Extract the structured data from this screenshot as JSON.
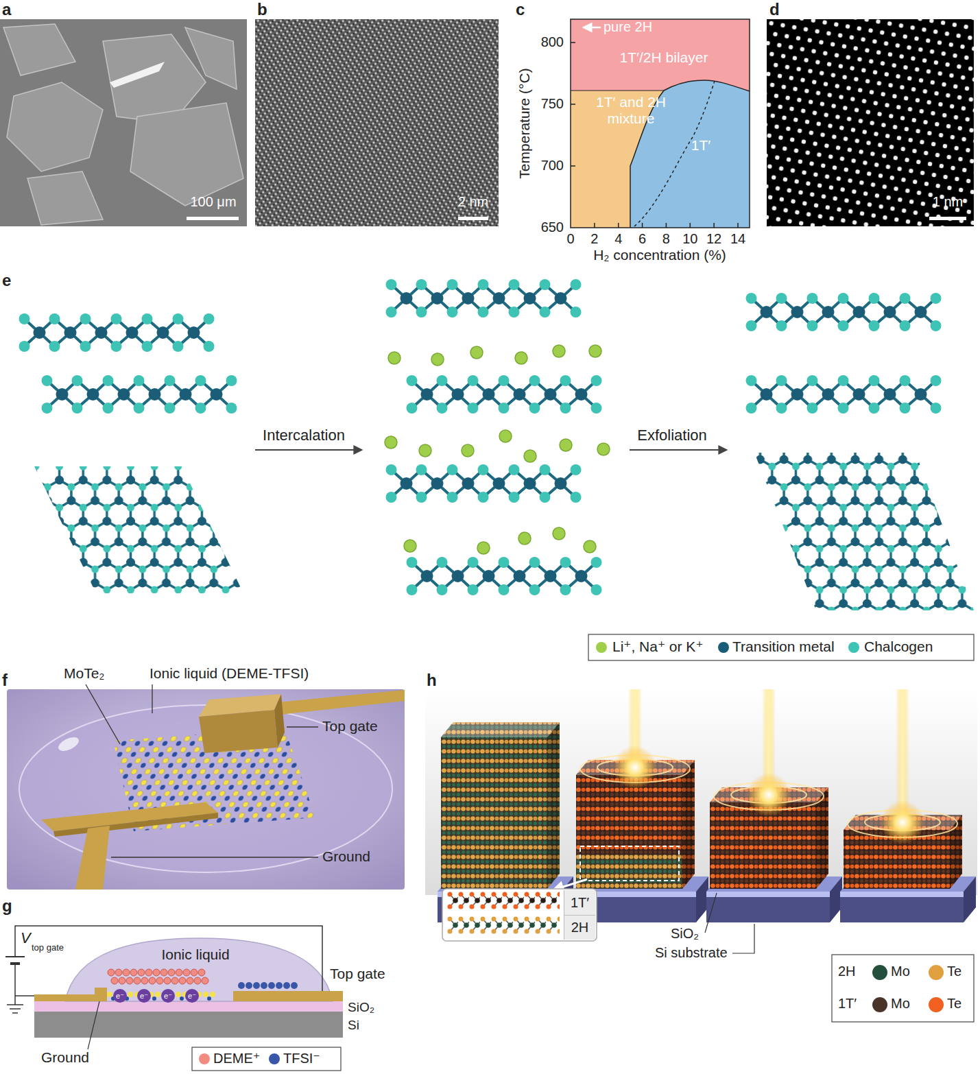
{
  "diagram": {
    "nodes": [
      {
        "text": [
          "1T′"
        ]
      },
      {
        "text": [
          "2H"
        ]
      }
    ],
    "labels": [
      "a",
      "100 μm",
      "b",
      "2 nm",
      "c",
      "pure 2H",
      "1T′/2H bilayer",
      "1T′ and 2H mixture",
      "1T′",
      "800",
      "750",
      "700",
      "650",
      "0",
      "2",
      "4",
      "6",
      "8",
      "10",
      "12",
      "14",
      "Temperature (°C)",
      "H₂ concentration (%)",
      "d",
      "1 nm",
      "e",
      "Intercalation",
      "Exfoliation",
      "f",
      "MoTe₂",
      "Ionic liquid (DEME-TFSI)",
      "Top gate",
      "Ground",
      "g",
      "V",
      "top gate",
      "Ionic liquid",
      "Top gate",
      "SiO₂",
      "Si",
      "Ground",
      "e⁻",
      "e⁻",
      "e⁻",
      "e⁻",
      "h",
      "SiO₂",
      "Si substrate",
      "2H",
      "1T′"
    ],
    "legend": [
      {
        "text": "Li⁺, Na⁺ or K⁺",
        "color": "#9fcf4a"
      },
      {
        "text": "Transition metal",
        "color": "#1b5d77"
      },
      {
        "text": "Chalcogen",
        "color": "#3ec3b5"
      },
      {
        "text": "DEME⁺",
        "color": "#f28b82"
      },
      {
        "text": "TFSI⁻",
        "color": "#3a56a8"
      },
      {
        "text": "Mo",
        "color": "#23503d"
      },
      {
        "text": "Te",
        "color": "#e0a040"
      },
      {
        "text": "Mo",
        "color": "#4a3328"
      },
      {
        "text": "Te",
        "color": "#f06020"
      }
    ]
  }
}
